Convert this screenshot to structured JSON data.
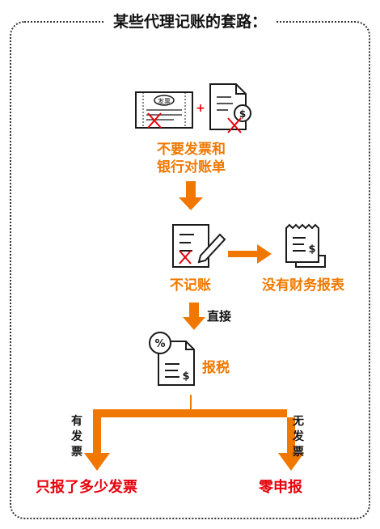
{
  "title": "某些代理记账的套路：",
  "nodes": {
    "no_docs_line1": "不要发票和",
    "no_docs_line2": "银行对账单",
    "no_bookkeeping": "不记账",
    "no_reports": "没有财务报表",
    "tax_filing": "报税"
  },
  "edges": {
    "direct": "直接",
    "with_invoice": [
      "有",
      "发",
      "票"
    ],
    "without_invoice": [
      "无",
      "发",
      "票"
    ]
  },
  "outcomes": {
    "left": "只报了多少发票",
    "right": "零申报"
  },
  "icons": {
    "invoice_stamp_text": "发票",
    "plus": "+",
    "dollar": "$",
    "percent": "%"
  },
  "colors": {
    "orange": "#f07800",
    "red": "#e8000b",
    "line": "#1a1a1a"
  }
}
